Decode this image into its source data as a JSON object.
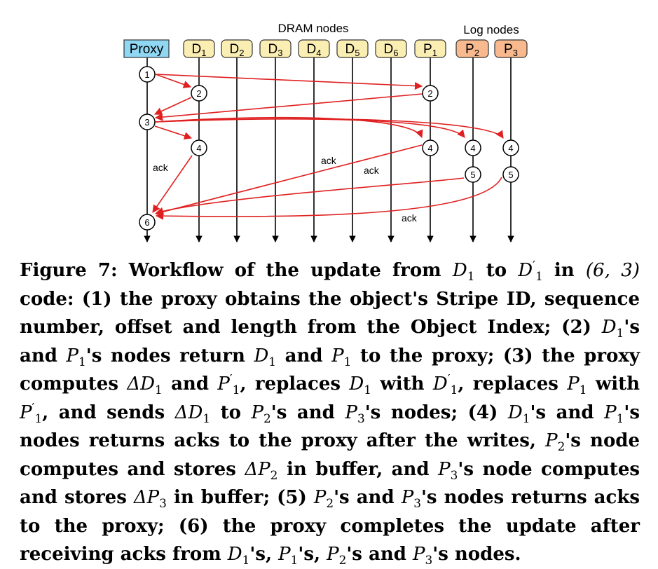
{
  "diagram": {
    "group_labels": {
      "dram": "DRAM nodes",
      "log": "Log nodes"
    },
    "nodes": {
      "proxy": "Proxy",
      "d1": "D1",
      "d2": "D2",
      "d3": "D3",
      "d4": "D4",
      "d5": "D5",
      "d6": "D6",
      "p1": "P1",
      "p2": "P2",
      "p3": "P3"
    },
    "steps": {
      "s1": "1",
      "s2": "2",
      "s3": "3",
      "s4": "4",
      "s5": "5",
      "s6": "6"
    },
    "ack_label": "ack",
    "colors": {
      "proxy_fill": "#8fd7f2",
      "dram_fill": "#fbeeb2",
      "log_fill": "#f7b98d",
      "arrow": "#e02020",
      "line": "#000000"
    }
  },
  "caption": {
    "figure_label": "Figure 7:",
    "t01": "Workflow of the update from",
    "t02": "to",
    "t03": "in",
    "code": "(6, 3)",
    "t04": "code: (1) the proxy obtains the object's Stripe ID, sequence number, offset and length from the Object Index; (2)",
    "t05": "'s and",
    "t06": "'s nodes return",
    "t07": "and",
    "t08": "to the proxy; (3) the proxy computes",
    "t09": "and",
    "t10": ", replaces",
    "t11": "with",
    "t12": ", replaces",
    "t13": "with",
    "t14": ", and sends",
    "t15": "to",
    "t16": "'s and",
    "t17": "'s nodes; (4)",
    "t18": "'s and",
    "t19": "'s nodes returns acks to the proxy after the writes,",
    "t20": "'s node computes and stores",
    "t21": "in buffer, and",
    "t22": "'s node computes and stores",
    "t23": "in buffer; (5)",
    "t24": "'s and",
    "t25": "'s nodes returns acks to the proxy; (6) the proxy completes the update after receiving acks from",
    "t26": "'s,",
    "t27": "'s,",
    "t28": "'s and",
    "t29": "'s nodes.",
    "D": "D",
    "P": "P",
    "delta": "Δ",
    "one": "1",
    "two": "2",
    "three": "3",
    "prime": "′"
  }
}
